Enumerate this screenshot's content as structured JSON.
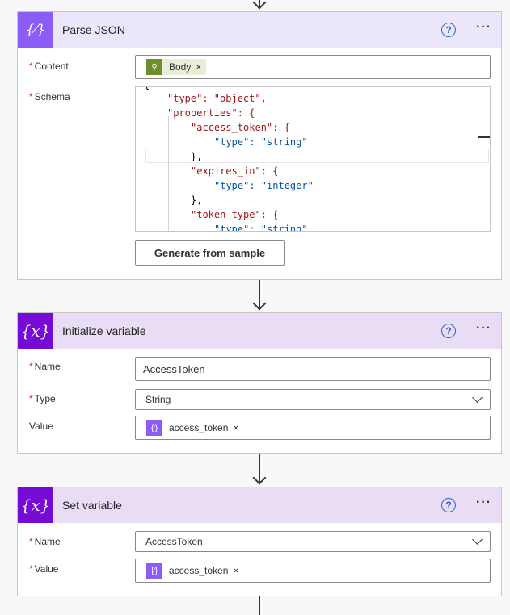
{
  "parse_json": {
    "title": "Parse JSON",
    "icon": "braces-pen-icon",
    "help": "?",
    "more": "···",
    "content_label": "Content",
    "content_token": "Body",
    "schema_label": "Schema",
    "schema_lines": [
      "\"type\": \"object\",",
      "\"properties\": {",
      "\"access_token\": {",
      "\"type\": \"string\"",
      "},",
      "\"expires_in\": {",
      "\"type\": \"integer\"",
      "},",
      "\"token_type\": {",
      "\"type\": \"string\""
    ],
    "generate_button": "Generate from sample"
  },
  "init_variable": {
    "title": "Initialize variable",
    "icon": "variable-icon",
    "icon_text": "{x}",
    "help": "?",
    "more": "···",
    "name_label": "Name",
    "name_value": "AccessToken",
    "type_label": "Type",
    "type_value": "String",
    "value_label": "Value",
    "value_token": "access_token"
  },
  "set_variable": {
    "title": "Set variable",
    "icon": "variable-icon",
    "icon_text": "{x}",
    "help": "?",
    "more": "···",
    "name_label": "Name",
    "name_value": "AccessToken",
    "value_label": "Value",
    "value_token": "access_token"
  },
  "required_mark": "*",
  "token_close": "×",
  "colors": {
    "parse_header": "#ece6fb",
    "parse_icon": "#8b5cf6",
    "var_header": "#e9dcf5",
    "var_icon": "#770bd6",
    "body_token": "#6c8f2b",
    "required": "#d13438",
    "help": "#2b63d3"
  }
}
